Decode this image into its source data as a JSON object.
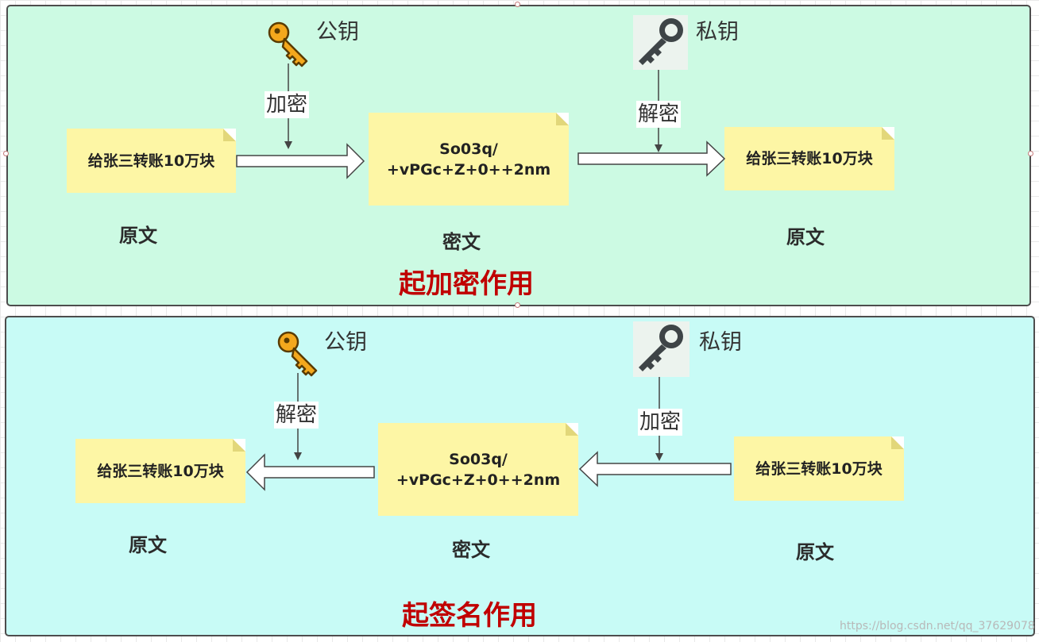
{
  "encrypt_panel": {
    "public_key_label": "公钥",
    "private_key_label": "私钥",
    "encrypt_edge_label": "加密",
    "decrypt_edge_label": "解密",
    "plaintext_note": "给张三转账10万块",
    "ciphertext_line1": "So03q/",
    "ciphertext_line2": "+vPGc+Z+0++2nm",
    "result_note": "给张三转账10万块",
    "plaintext_caption": "原文",
    "ciphertext_caption": "密文",
    "result_caption": "原文",
    "title": "起加密作用"
  },
  "signature_panel": {
    "public_key_label": "公钥",
    "private_key_label": "私钥",
    "decrypt_edge_label": "解密",
    "encrypt_edge_label": "加密",
    "result_note": "给张三转账10万块",
    "ciphertext_line1": "So03q/",
    "ciphertext_line2": "+vPGc+Z+0++2nm",
    "plaintext_note": "给张三转账10万块",
    "result_caption": "原文",
    "ciphertext_caption": "密文",
    "plaintext_caption": "原文",
    "title": "起签名作用"
  },
  "watermark": "https://blog.csdn.net/qq_37629078",
  "icons": {
    "public_key": "gold-key-icon",
    "private_key": "dark-key-icon"
  },
  "colors": {
    "title": "#c00000",
    "note": "#fdf6a5",
    "panel1_bg": "#ccfae3",
    "panel2_bg": "#c8fbf6"
  }
}
